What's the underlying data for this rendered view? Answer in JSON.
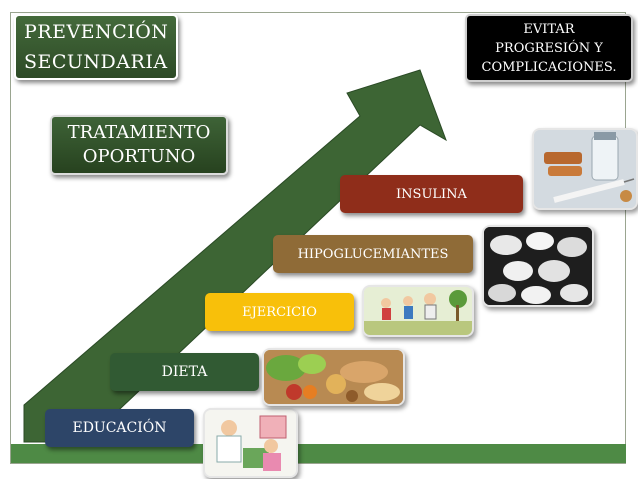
{
  "slide": {
    "title_line1": "PREVENCIÓN",
    "title_line2": "SECUNDARIA",
    "goal_line1": "EVITAR",
    "goal_line2": "PROGRESIÓN Y",
    "goal_line3": "COMPLICACIONES.",
    "treatment_line1": "TRATAMIENTO",
    "treatment_line2": "OPORTUNO"
  },
  "steps": [
    {
      "label": "EDUCACIÓN",
      "color": "#2d4568"
    },
    {
      "label": "DIETA",
      "color": "#315a33"
    },
    {
      "label": "EJERCICIO",
      "color": "#f8c00a"
    },
    {
      "label": "HIPOGLUCEMIANTES",
      "color": "#8f6b37"
    },
    {
      "label": "INSULINA",
      "color": "#8f2d1a"
    }
  ],
  "images": [
    {
      "icon": "doctor-consultation-image"
    },
    {
      "icon": "healthy-food-image"
    },
    {
      "icon": "people-exercising-image"
    },
    {
      "icon": "pills-image"
    },
    {
      "icon": "insulin-syringe-image"
    }
  ],
  "colors": {
    "arrow": "#3d6534",
    "band": "#4e8a45"
  }
}
